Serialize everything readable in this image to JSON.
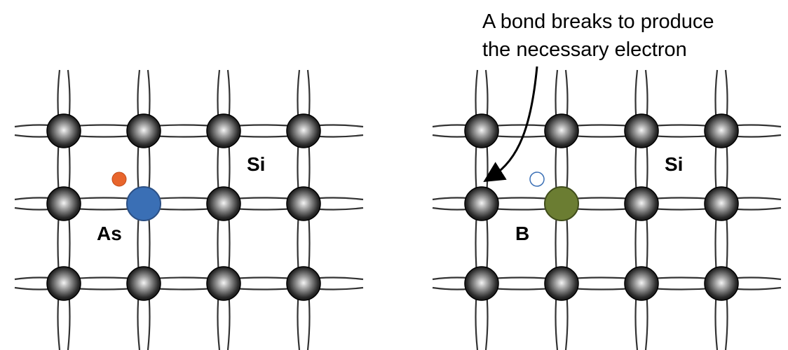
{
  "left_panel": {
    "dopant_label": "As",
    "host_label": "Si",
    "dopant_color": "#3a6fb5",
    "carrier": "electron",
    "carrier_color": "#e8652c"
  },
  "right_panel": {
    "dopant_label": "B",
    "host_label": "Si",
    "dopant_color": "#6b7d32",
    "carrier": "hole",
    "carrier_color": "#3a6fb5"
  },
  "annotation": {
    "line1": "A bond breaks to produce",
    "line2": "the necessary electron"
  },
  "colors": {
    "atom_dark": "#1a1a1a",
    "atom_light": "#d8d8d8",
    "bond": "#333333"
  }
}
